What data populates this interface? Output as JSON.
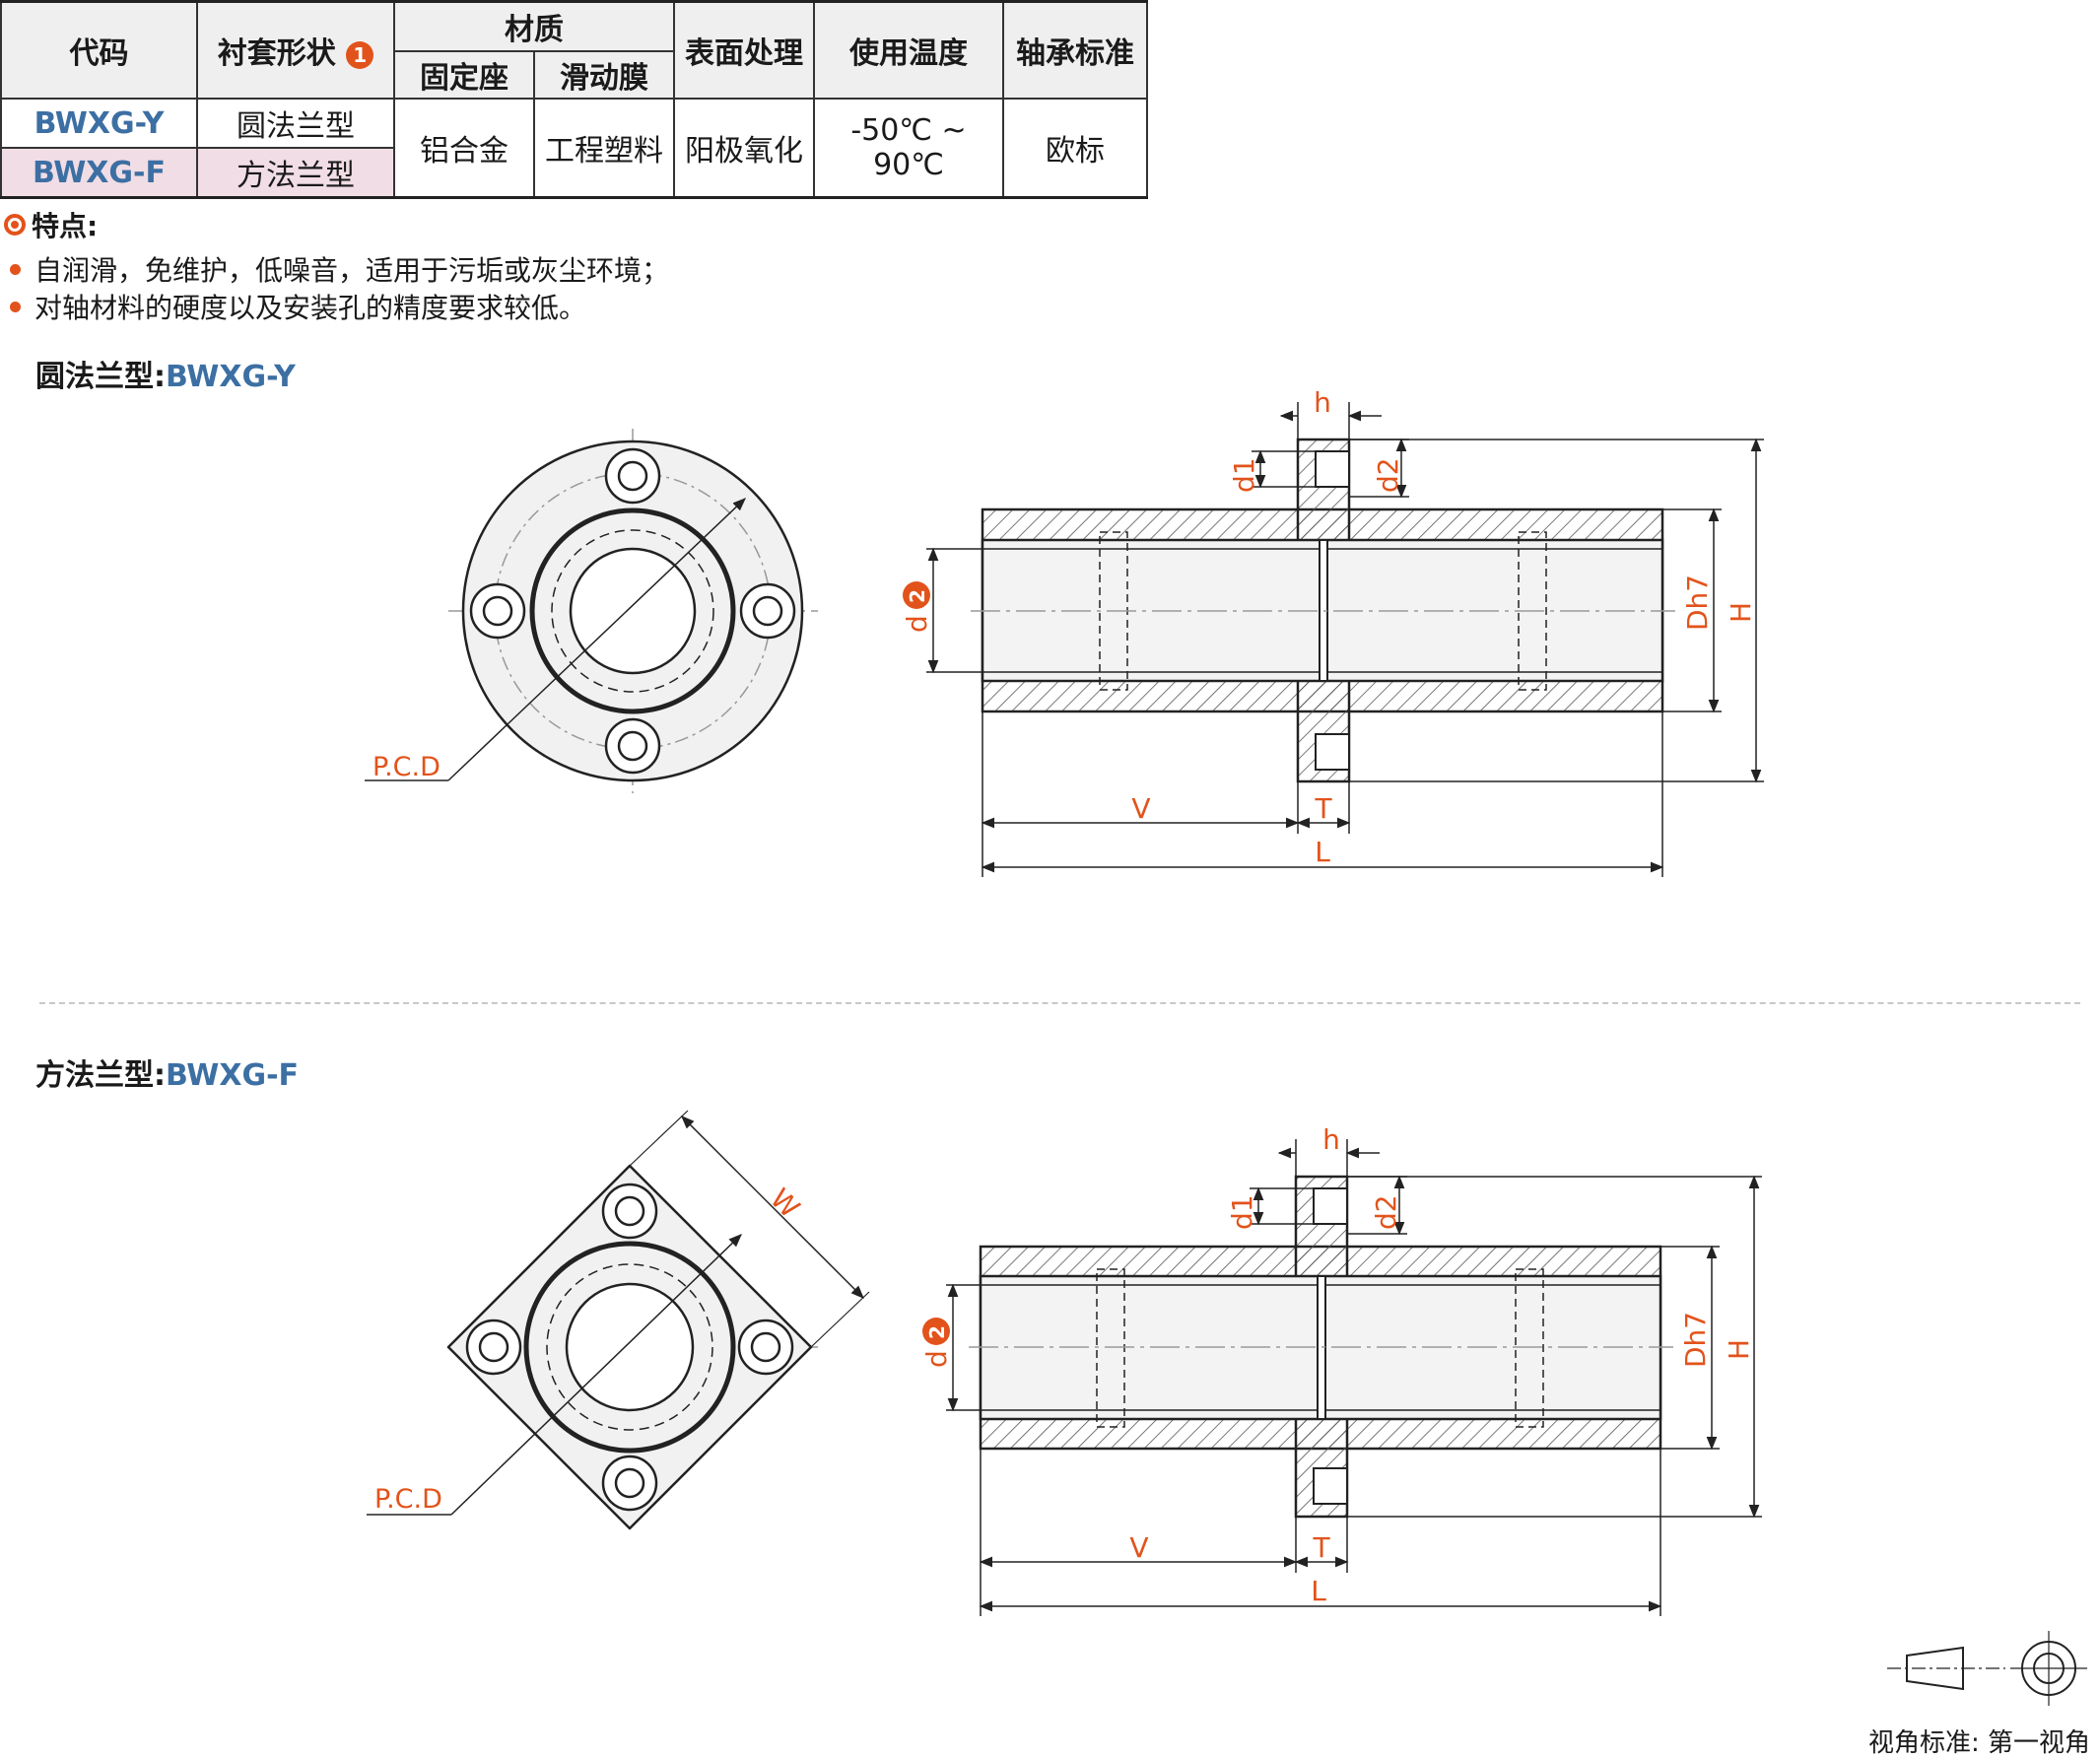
{
  "table": {
    "headers": {
      "code": "代码",
      "shape": "衬套形状",
      "shape_badge": "1",
      "material": "材质",
      "fixed_seat": "固定座",
      "sliding_film": "滑动膜",
      "surface": "表面处理",
      "temperature": "使用温度",
      "standard": "轴承标准"
    },
    "rows": [
      {
        "code": "BWXG-Y",
        "shape": "圆法兰型"
      },
      {
        "code": "BWXG-F",
        "shape": "方法兰型"
      }
    ],
    "merged": {
      "fixed_seat": "铝合金",
      "sliding_film": "工程塑料",
      "surface": "阳极氧化",
      "temperature": "-50℃ ~ 90℃",
      "standard": "欧标"
    }
  },
  "features": {
    "title": "特点:",
    "items": [
      "自润滑，免维护，低噪音，适用于污垢或灰尘环境；",
      "对轴材料的硬度以及安装孔的精度要求较低。"
    ]
  },
  "sections": [
    {
      "name": "圆法兰型:",
      "code": "BWXG-Y"
    },
    {
      "name": "方法兰型:",
      "code": "BWXG-F"
    }
  ],
  "dimensions": {
    "h": "h",
    "d1": "d1",
    "d2": "d2",
    "d": "d",
    "d_badge": "2",
    "Dh7": "Dh7",
    "H": "H",
    "V": "V",
    "T": "T",
    "L": "L",
    "pcd": "P.C.D",
    "W": "W"
  },
  "footer": {
    "label": "视角标准:",
    "value": "第一视角"
  },
  "colors": {
    "accent": "#e2531b",
    "code_blue": "#3c6fa3",
    "hatch": "#555555"
  }
}
